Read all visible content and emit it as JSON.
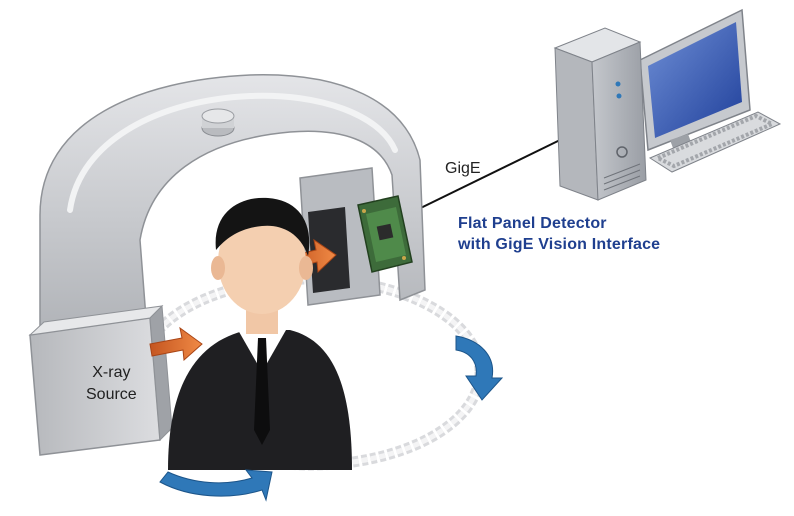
{
  "labels": {
    "xray_line1": "X-ray",
    "xray_line2": "Source",
    "gige": "GigE",
    "fpd_line1": "Flat Panel Detector",
    "fpd_line2": "with GigE Vision Interface"
  },
  "colors": {
    "text_dark": "#222222",
    "text_blue": "#1f3f8f",
    "gantry": "#c9cbcf",
    "arrow_orange": "#e87534",
    "rotation_blue": "#2f78b8",
    "pcb_green": "#3d6b3a"
  },
  "icons": [
    "xray-gantry",
    "patient-figure",
    "flat-panel-detector",
    "desktop-computer",
    "rotation-arrow"
  ]
}
